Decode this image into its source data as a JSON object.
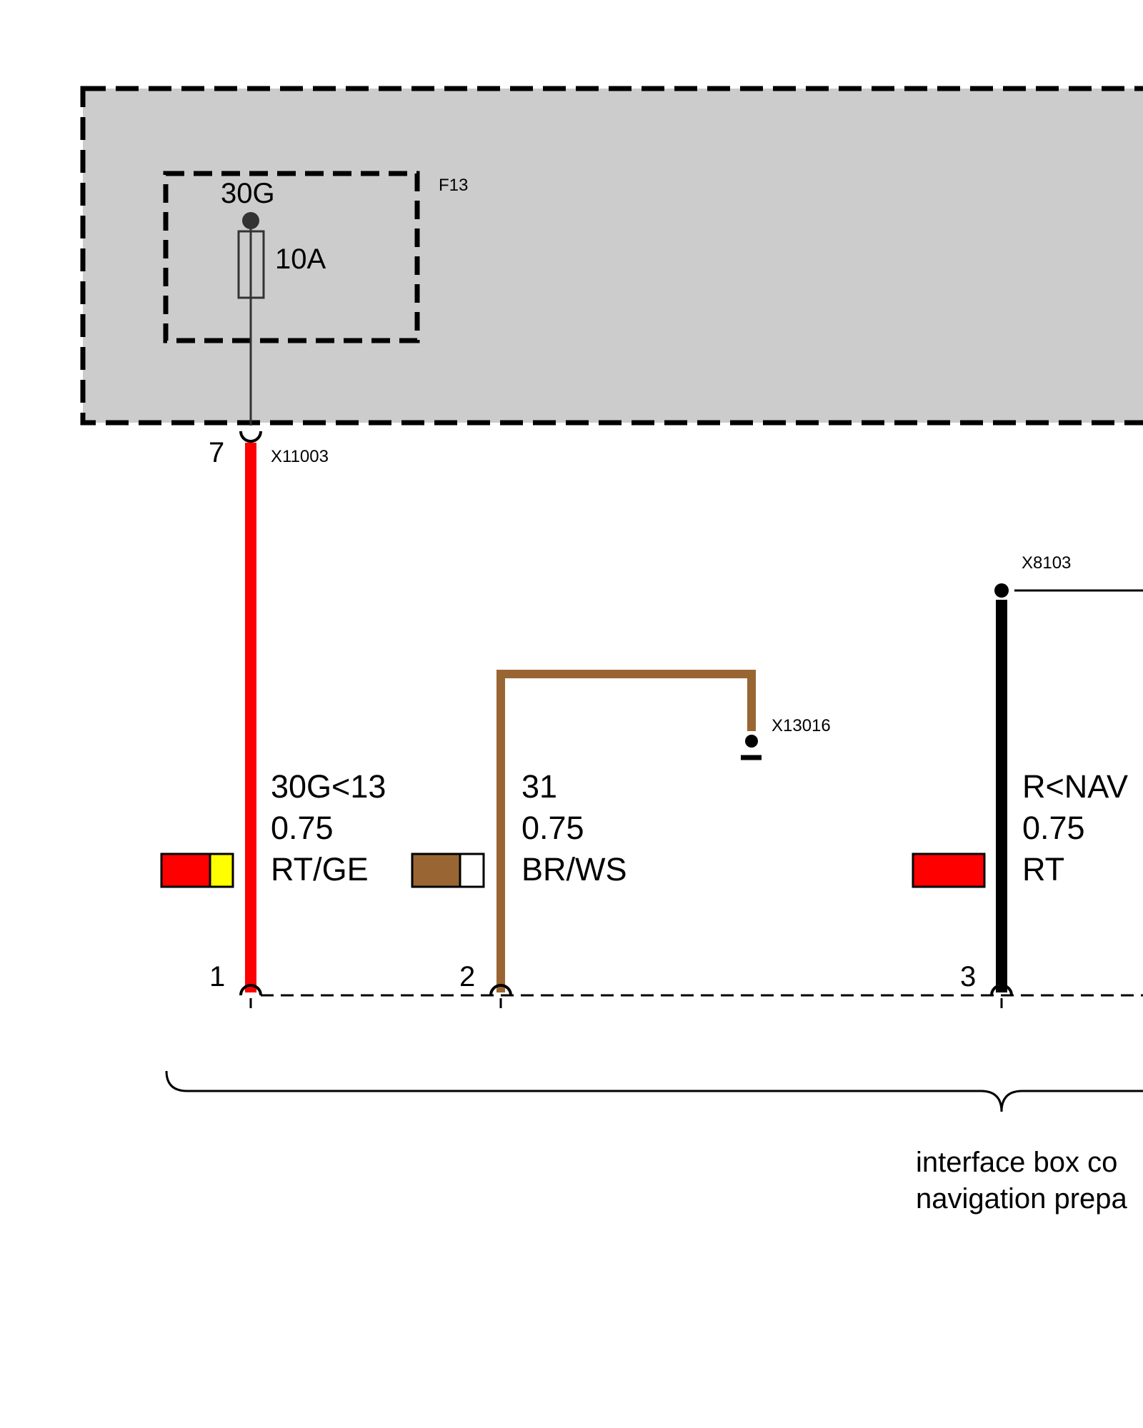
{
  "colors": {
    "module_fill": "#cccccc",
    "red": "#ff0000",
    "yellow": "#ffff00",
    "brown": "#996633",
    "black": "#000000",
    "white": "#ffffff"
  },
  "fuse": {
    "label": "F13",
    "terminal": "30G",
    "rating": "10A"
  },
  "upper_connector": {
    "label": "X11003",
    "pin": "7"
  },
  "ground_connector": {
    "label": "X13016"
  },
  "side_connector": {
    "label": "X8103"
  },
  "wires": [
    {
      "signal": "30G<13",
      "cross_section": "0.75",
      "color_code": "RT/GE",
      "pin": "1",
      "colors": [
        "red",
        "yellow"
      ]
    },
    {
      "signal": "31",
      "cross_section": "0.75",
      "color_code": "BR/WS",
      "pin": "2",
      "colors": [
        "brown",
        "white"
      ]
    },
    {
      "signal": "R<NAV",
      "cross_section": "0.75",
      "color_code": "RT",
      "pin": "3",
      "colors": [
        "red"
      ]
    }
  ],
  "component_note": {
    "line1": "interface box co",
    "line2": "navigation prepa"
  }
}
